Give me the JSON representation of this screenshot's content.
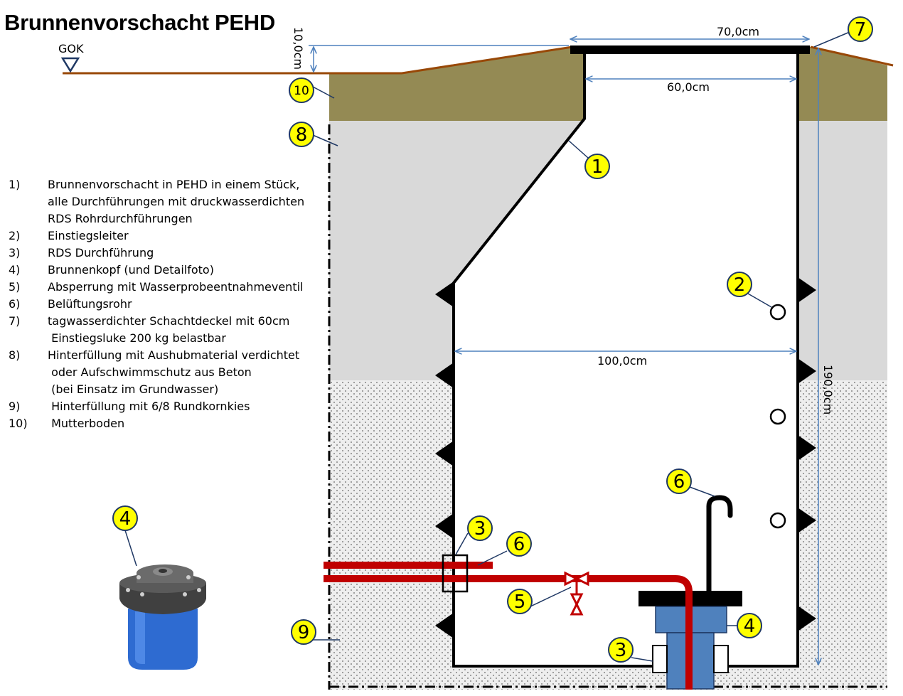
{
  "title": "Brunnenvorschacht PEHD",
  "ground_label": "GOK",
  "dimensions": {
    "cover_width": "70,0cm",
    "opening_width": "60,0cm",
    "shaft_width": "100,0cm",
    "shaft_height": "190,0cm",
    "rise": "10,0cm"
  },
  "legend": [
    {
      "num": "1)",
      "text": "Brunnenvorschacht in PEHD in einem Stück,\nalle Durchführungen mit druckwasserdichten\nRDS Rohrdurchführungen"
    },
    {
      "num": "2)",
      "text": "Einstiegsleiter"
    },
    {
      "num": "3)",
      "text": "RDS Durchführung"
    },
    {
      "num": "4)",
      "text": "Brunnenkopf (und Detailfoto)"
    },
    {
      "num": "5)",
      "text": "Absperrung mit Wasserprobeentnahmeventil"
    },
    {
      "num": "6)",
      "text": "Belüftungsrohr"
    },
    {
      "num": "7)",
      "text": "tagwasserdichter Schachtdeckel mit 60cm\n Einstiegsluke 200 kg belastbar"
    },
    {
      "num": "8)",
      "text": "Hinterfüllung mit Aushubmaterial verdichtet\n oder Aufschwimmschutz aus Beton\n (bei Einsatz im Grundwasser)"
    },
    {
      "num": "9)",
      "text": " Hinterfüllung mit 6/8 Rundkornkies"
    },
    {
      "num": "10)",
      "text": " Mutterboden"
    }
  ],
  "badges": {
    "b1": "1",
    "b2": "2",
    "b3a": "3",
    "b3b": "3",
    "b4a": "4",
    "b4b": "4",
    "b5": "5",
    "b6a": "6",
    "b6b": "6",
    "b7": "7",
    "b8": "8",
    "b9": "9",
    "b10": "10"
  },
  "colors": {
    "soil": "#948a54",
    "backfill": "#d9d9d9",
    "pipe": "#c00000",
    "wellhead": "#4f81bd",
    "badge": "#ffff00",
    "dimension": "#4f81bd",
    "ground_line": "#984807"
  }
}
